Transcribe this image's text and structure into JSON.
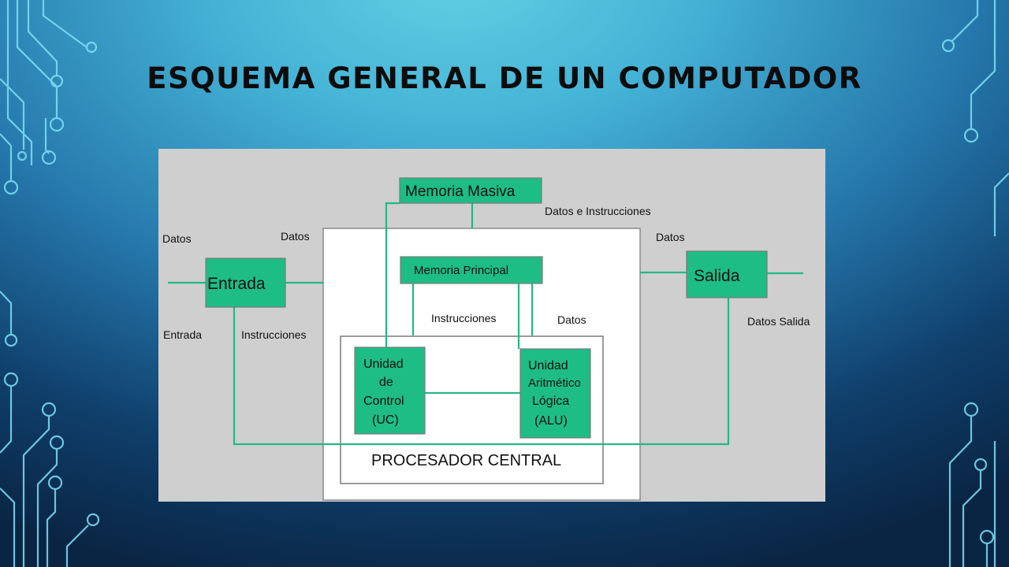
{
  "slide": {
    "title": "ESQUEMA GENERAL DE UN COMPUTADOR"
  },
  "diagram": {
    "blocks": {
      "memoria_masiva": "Memoria Masiva",
      "memoria_principal": "Memoria Principal",
      "entrada": "Entrada",
      "salida": "Salida",
      "uc_lines": [
        "Unidad",
        "de",
        "Control",
        "(UC)"
      ],
      "alu_lines": [
        "Unidad",
        "Aritmético",
        "Lógica",
        "(ALU)"
      ],
      "procesador": "PROCESADOR CENTRAL"
    },
    "labels": {
      "datos_instrucciones": "Datos e Instrucciones",
      "datos_in_left": "Datos",
      "datos_to_center": "Datos",
      "datos_from_center": "Datos",
      "entrada_caption": "Entrada",
      "instrucciones_left": "Instrucciones",
      "instrucciones_mid": "Instrucciones",
      "datos_mid": "Datos",
      "datos_salida": "Datos Salida"
    },
    "colors": {
      "block_fill": "#1ebd86",
      "line": "#25b787",
      "panel": "#cfcfcf",
      "processor_bg": "#ffffff"
    }
  }
}
